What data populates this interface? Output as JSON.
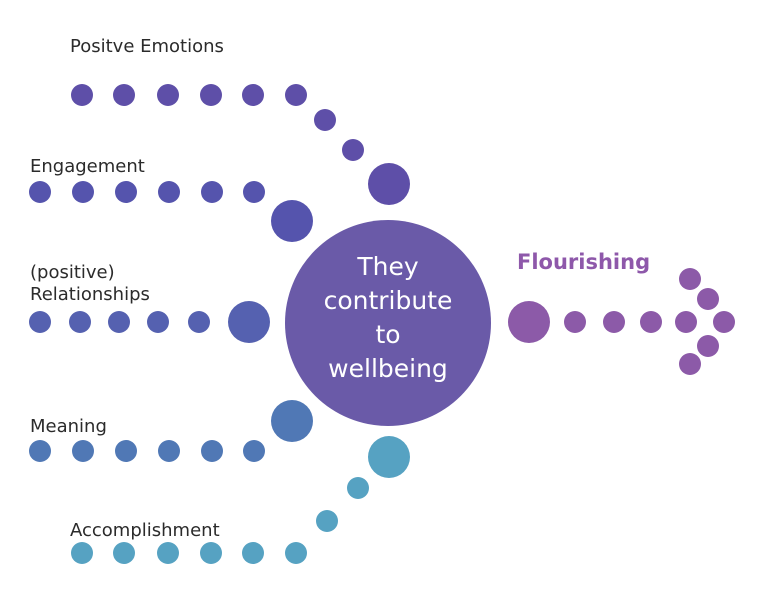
{
  "colors": {
    "positive": "#5e4fa8",
    "engagement": "#5554ad",
    "relationships": "#5561b0",
    "meaning": "#5078b5",
    "accomplishment": "#56a2c2",
    "hub": "#6a5aa8",
    "flourishing": "#8c5aa8",
    "outcome_text": "#8e58aa"
  },
  "pillars": {
    "positive_emotions": "Positve Emotions",
    "engagement": "Engagement",
    "relationships_line1": "(positive)",
    "relationships_line2": "Relationships",
    "meaning": "Meaning",
    "accomplishment": "Accomplishment"
  },
  "center": {
    "line1": "They",
    "line2": "contribute",
    "line3": "to",
    "line4": "wellbeing"
  },
  "outcome": "Flourishing"
}
